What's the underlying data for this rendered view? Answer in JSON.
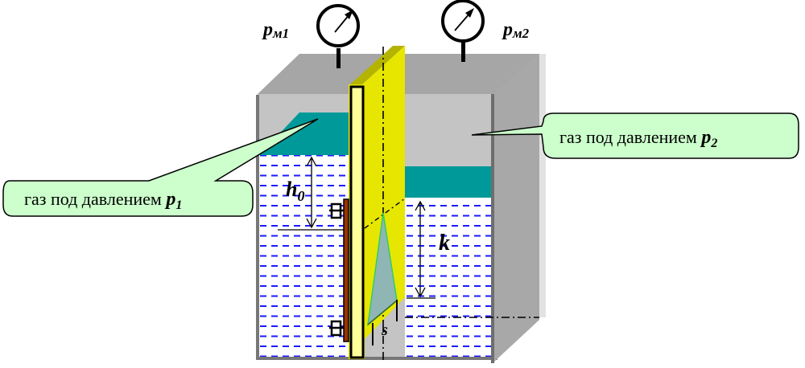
{
  "diagram": {
    "gauges": [
      {
        "id": "gauge-1",
        "symbol": "p",
        "subscript": "м1"
      },
      {
        "id": "gauge-2",
        "symbol": "p",
        "subscript": "м2"
      }
    ],
    "callouts": [
      {
        "id": "callout-left",
        "text": "газ под давлением ",
        "symbol": "p",
        "subscript": "1"
      },
      {
        "id": "callout-right",
        "text": "газ под давлением ",
        "symbol": "p",
        "subscript": "2"
      }
    ],
    "dimensions": {
      "h0": {
        "symbol": "h",
        "subscript": "0"
      },
      "k": {
        "symbol": "k"
      },
      "s": {
        "symbol": "s"
      }
    },
    "colors": {
      "tank_top": "#a6a6a6",
      "tank_back": "#c4c4c4",
      "tank_side": "#a8a8a8",
      "gas_teal": "#009999",
      "liquid_dash": "#1a1aff",
      "plate_yellow": "#e6e600",
      "plate_face": "#ffff99",
      "hinge_brown": "#993300",
      "triangle_fill": "#8fb5b5",
      "triangle_edge": "#33cc66",
      "callout_fill": "#ccffcc"
    }
  }
}
